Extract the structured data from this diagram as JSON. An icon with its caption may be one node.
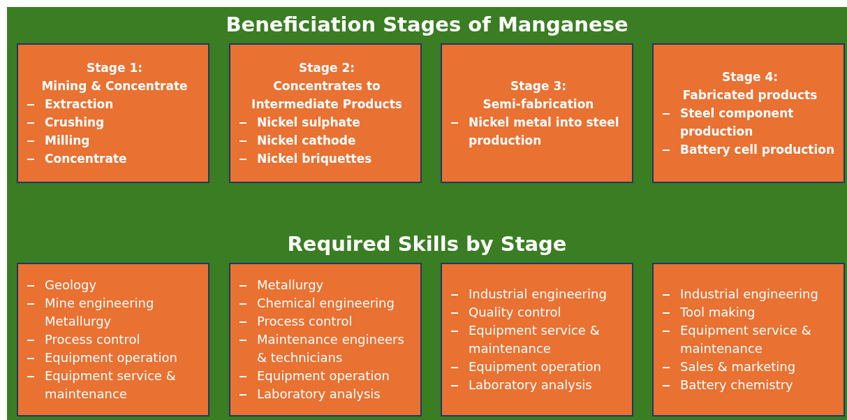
{
  "diagram": {
    "title": "Beneficiation Stages of Manganese",
    "nodes": [
      {
        "text": [
          "Stage 1:",
          "Mining & Concentrate",
          "Extraction",
          "Crushing",
          "Milling",
          "Concentrate"
        ]
      },
      {
        "text": [
          "Stage 2:",
          "Concentrates to Intermediate Products",
          "Nickel sulphate",
          "Nickel cathode",
          "Nickel briquettes"
        ]
      },
      {
        "text": [
          "Stage 3:",
          "Semi-fabrication",
          "Nickel metal into steel production"
        ]
      },
      {
        "text": [
          "Stage 4:",
          "Fabricated products",
          "Steel component production",
          "Battery cell production"
        ]
      },
      {
        "text": [
          "Geology",
          "Mine engineering Metallurgy",
          "Process control",
          "Equipment operation",
          "Equipment service & maintenance"
        ]
      },
      {
        "text": [
          "Metallurgy",
          "Chemical engineering",
          "Process control",
          "Maintenance engineers & technicians",
          "Equipment operation",
          "Laboratory analysis"
        ]
      },
      {
        "text": [
          "Industrial engineering",
          "Quality control",
          "Equipment service & maintenance",
          "Equipment operation",
          "Laboratory analysis"
        ]
      },
      {
        "text": [
          "Industrial engineering",
          "Tool making",
          "Equipment service & maintenance",
          "Sales & marketing",
          "Battery chemistry"
        ]
      }
    ],
    "labels": [
      "Required Skills by Stage"
    ]
  }
}
